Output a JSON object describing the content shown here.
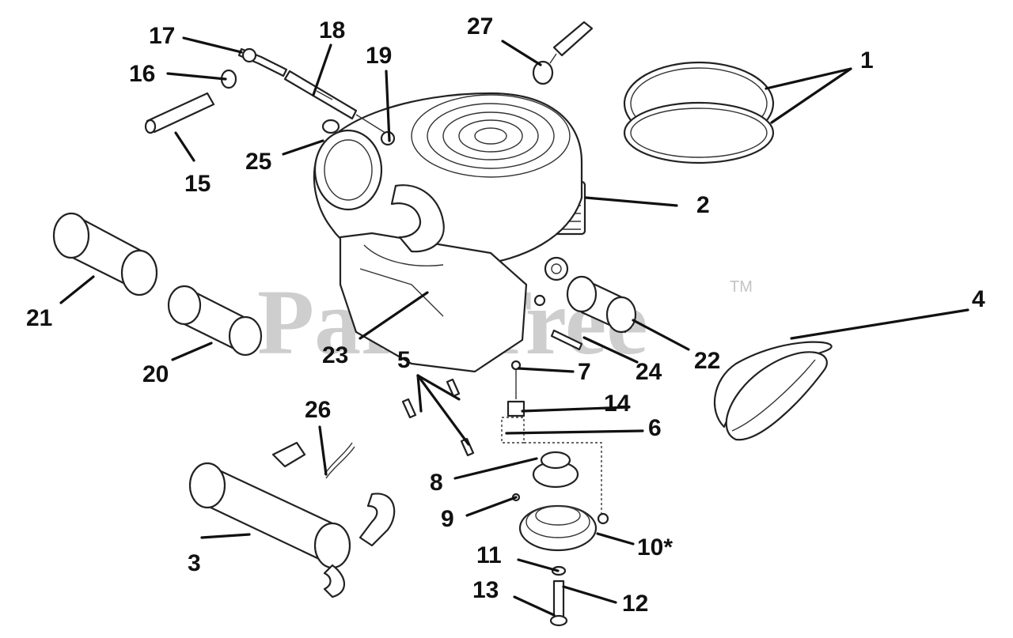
{
  "watermark": {
    "brand": "PartsTree",
    "trademark": "TM"
  },
  "callouts": [
    "1",
    "2",
    "3",
    "4",
    "5",
    "6",
    "7",
    "8",
    "9",
    "10*",
    "11",
    "12",
    "13",
    "14",
    "15",
    "16",
    "17",
    "18",
    "19",
    "20",
    "21",
    "22",
    "23",
    "24",
    "25",
    "26",
    "27"
  ]
}
